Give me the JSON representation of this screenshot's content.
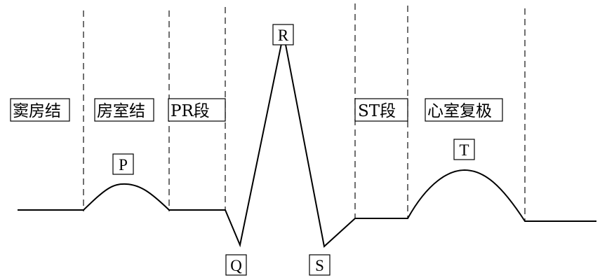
{
  "segments": {
    "sinoatrial": "窦房结",
    "atrioventricular": "房室结",
    "pr_segment": "PR段",
    "st_segment": "ST段",
    "ventricular_repolarization": "心室复极"
  },
  "waves": {
    "p": "P",
    "q": "Q",
    "r": "R",
    "s": "S",
    "t": "T"
  }
}
